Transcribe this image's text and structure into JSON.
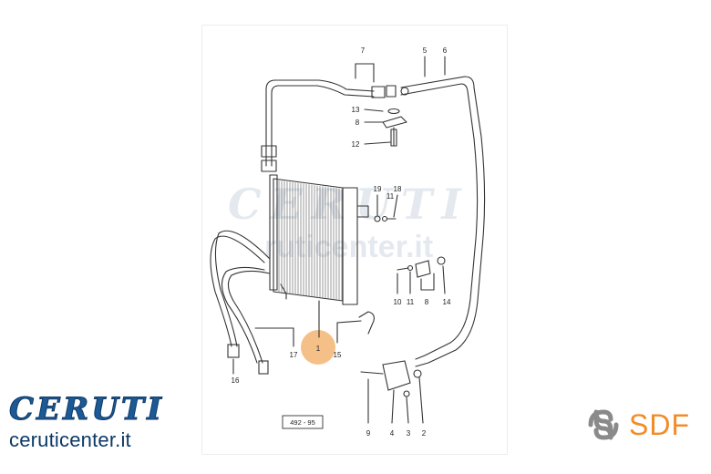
{
  "drawing": {
    "reference_code": "492 - 95",
    "watermark_brand": "CERUTI",
    "watermark_url": "ruticenter.it",
    "highlight_color": "#f4b97a",
    "callouts": [
      {
        "id": "c1",
        "label": "1"
      },
      {
        "id": "c2",
        "label": "2"
      },
      {
        "id": "c3",
        "label": "3"
      },
      {
        "id": "c4",
        "label": "4"
      },
      {
        "id": "c5",
        "label": "5"
      },
      {
        "id": "c6",
        "label": "6"
      },
      {
        "id": "c7",
        "label": "7"
      },
      {
        "id": "c8a",
        "label": "8"
      },
      {
        "id": "c8b",
        "label": "8"
      },
      {
        "id": "c9",
        "label": "9"
      },
      {
        "id": "c10",
        "label": "10"
      },
      {
        "id": "c11a",
        "label": "11"
      },
      {
        "id": "c11b",
        "label": "11"
      },
      {
        "id": "c12",
        "label": "12"
      },
      {
        "id": "c13",
        "label": "13"
      },
      {
        "id": "c14",
        "label": "14"
      },
      {
        "id": "c15",
        "label": "15"
      },
      {
        "id": "c16",
        "label": "16"
      },
      {
        "id": "c17",
        "label": "17"
      },
      {
        "id": "c18",
        "label": "18"
      },
      {
        "id": "c19",
        "label": "19"
      }
    ]
  },
  "brand": {
    "logo_text": "CERUTI",
    "website": "ceruticenter.it",
    "logo_color": "#1d5a95"
  },
  "manufacturer": {
    "logo_text": "SDF",
    "color": "#f28c28",
    "icon": "sdf-knot-icon"
  }
}
